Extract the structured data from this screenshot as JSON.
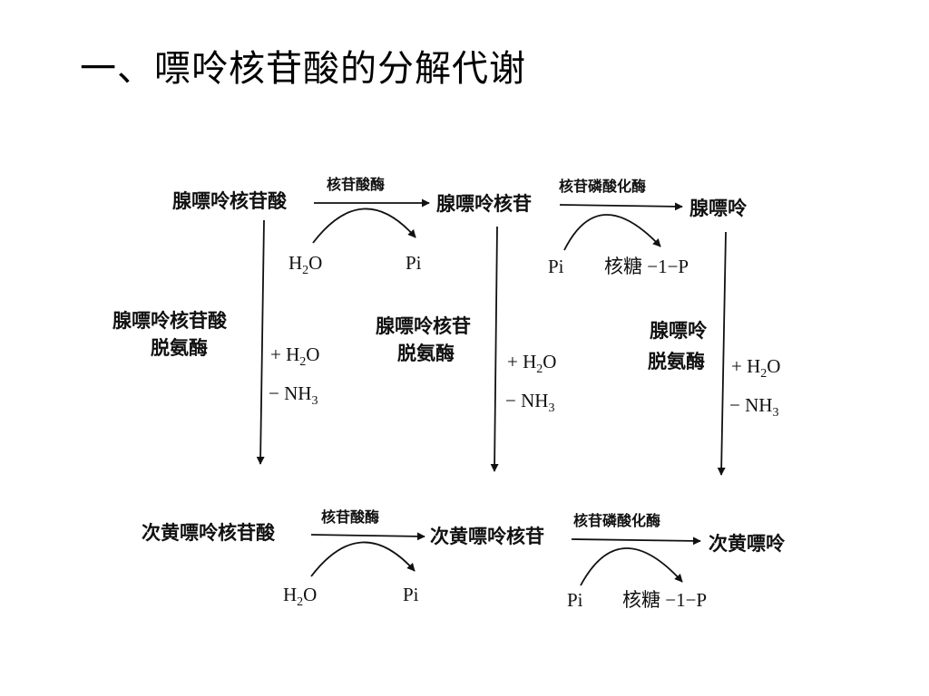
{
  "title": "一、嘌呤核苷酸的分解代谢",
  "compounds": {
    "amp": "腺嘌呤核苷酸",
    "adenosine": "腺嘌呤核苷",
    "adenine": "腺嘌呤",
    "imp": "次黄嘌呤核苷酸",
    "inosine": "次黄嘌呤核苷",
    "hypoxanthine": "次黄嘌呤"
  },
  "enzymes": {
    "nucleotidase": "核苷酸酶",
    "phosphorylase": "核苷磷酸化酶",
    "amp_deaminase": [
      "腺嘌呤核苷酸",
      "脱氨酶"
    ],
    "adenosine_deaminase": [
      "腺嘌呤核苷",
      "脱氨酶"
    ],
    "adenine_deaminase": [
      "腺嘌呤",
      "脱氨酶"
    ]
  },
  "cosubstrates": {
    "water_main": "H",
    "water_sub": "2",
    "water_tail": "O",
    "pi": "Pi",
    "ribose_phosphate": "核糖 −1−P",
    "plus_water_main": "+ H",
    "plus_water_sub": "2",
    "plus_water_tail": "O",
    "minus_ammonia_main": "− NH",
    "minus_ammonia_sub": "3"
  }
}
